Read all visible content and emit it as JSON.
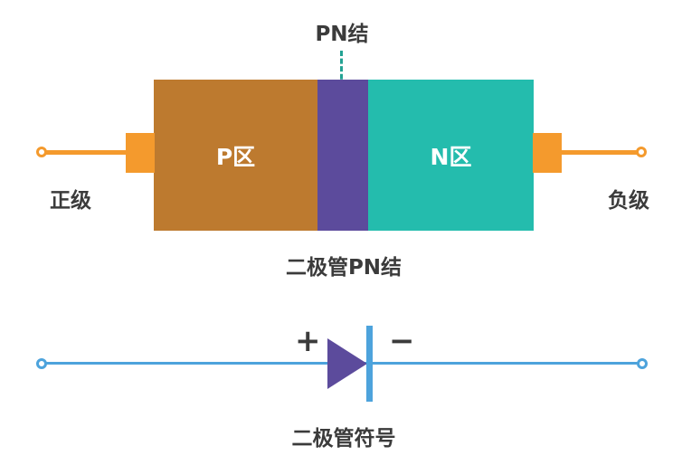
{
  "colors": {
    "p_region": "#BD7A2F",
    "junction": "#5C4B9C",
    "n_region": "#24BCAD",
    "wire": "#F49A2D",
    "symbol_line": "#4DA3DC",
    "arrow": "#23A293",
    "text": "#3B3B3B"
  },
  "pn_diagram": {
    "junction_pointer_label": "PN结",
    "p_region_label": "P区",
    "n_region_label": "N区",
    "positive_label": "正级",
    "negative_label": "负级",
    "caption": "二极管PN结"
  },
  "symbol_diagram": {
    "plus_sign": "+",
    "minus_sign": "−",
    "caption": "二极管符号"
  }
}
